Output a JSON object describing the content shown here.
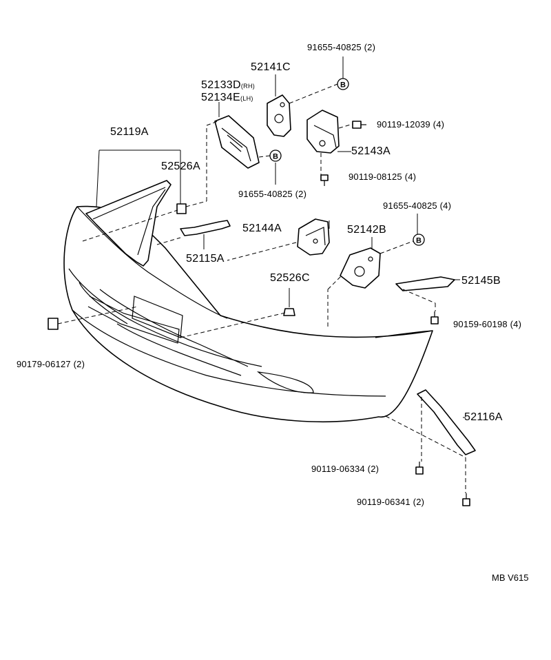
{
  "labels": {
    "p52119A": "52119A",
    "p52526A": "52526A",
    "p52133D": "52133D",
    "p52133D_side": "(RH)",
    "p52134E": "52134E",
    "p52134E_side": "(LH)",
    "p52141C": "52141C",
    "p91655_top": "91655-40825 (2)",
    "p90119_12039": "90119-12039 (4)",
    "p52143A": "52143A",
    "p90119_08125": "90119-08125 (4)",
    "p91655_mid": "91655-40825 (2)",
    "p91655_right": "91655-40825 (4)",
    "p52144A": "52144A",
    "p52142B": "52142B",
    "p52115A": "52115A",
    "p52526C": "52526C",
    "p52145B": "52145B",
    "p90159_60198": "90159-60198 (4)",
    "p90179_06127": "90179-06127 (2)",
    "p52116A": "52116A",
    "p90119_06334": "90119-06334 (2)",
    "p90119_06341": "90119-06341 (2)"
  },
  "markers": [
    "B",
    "B",
    "B"
  ],
  "diagram_code": "MB V615"
}
